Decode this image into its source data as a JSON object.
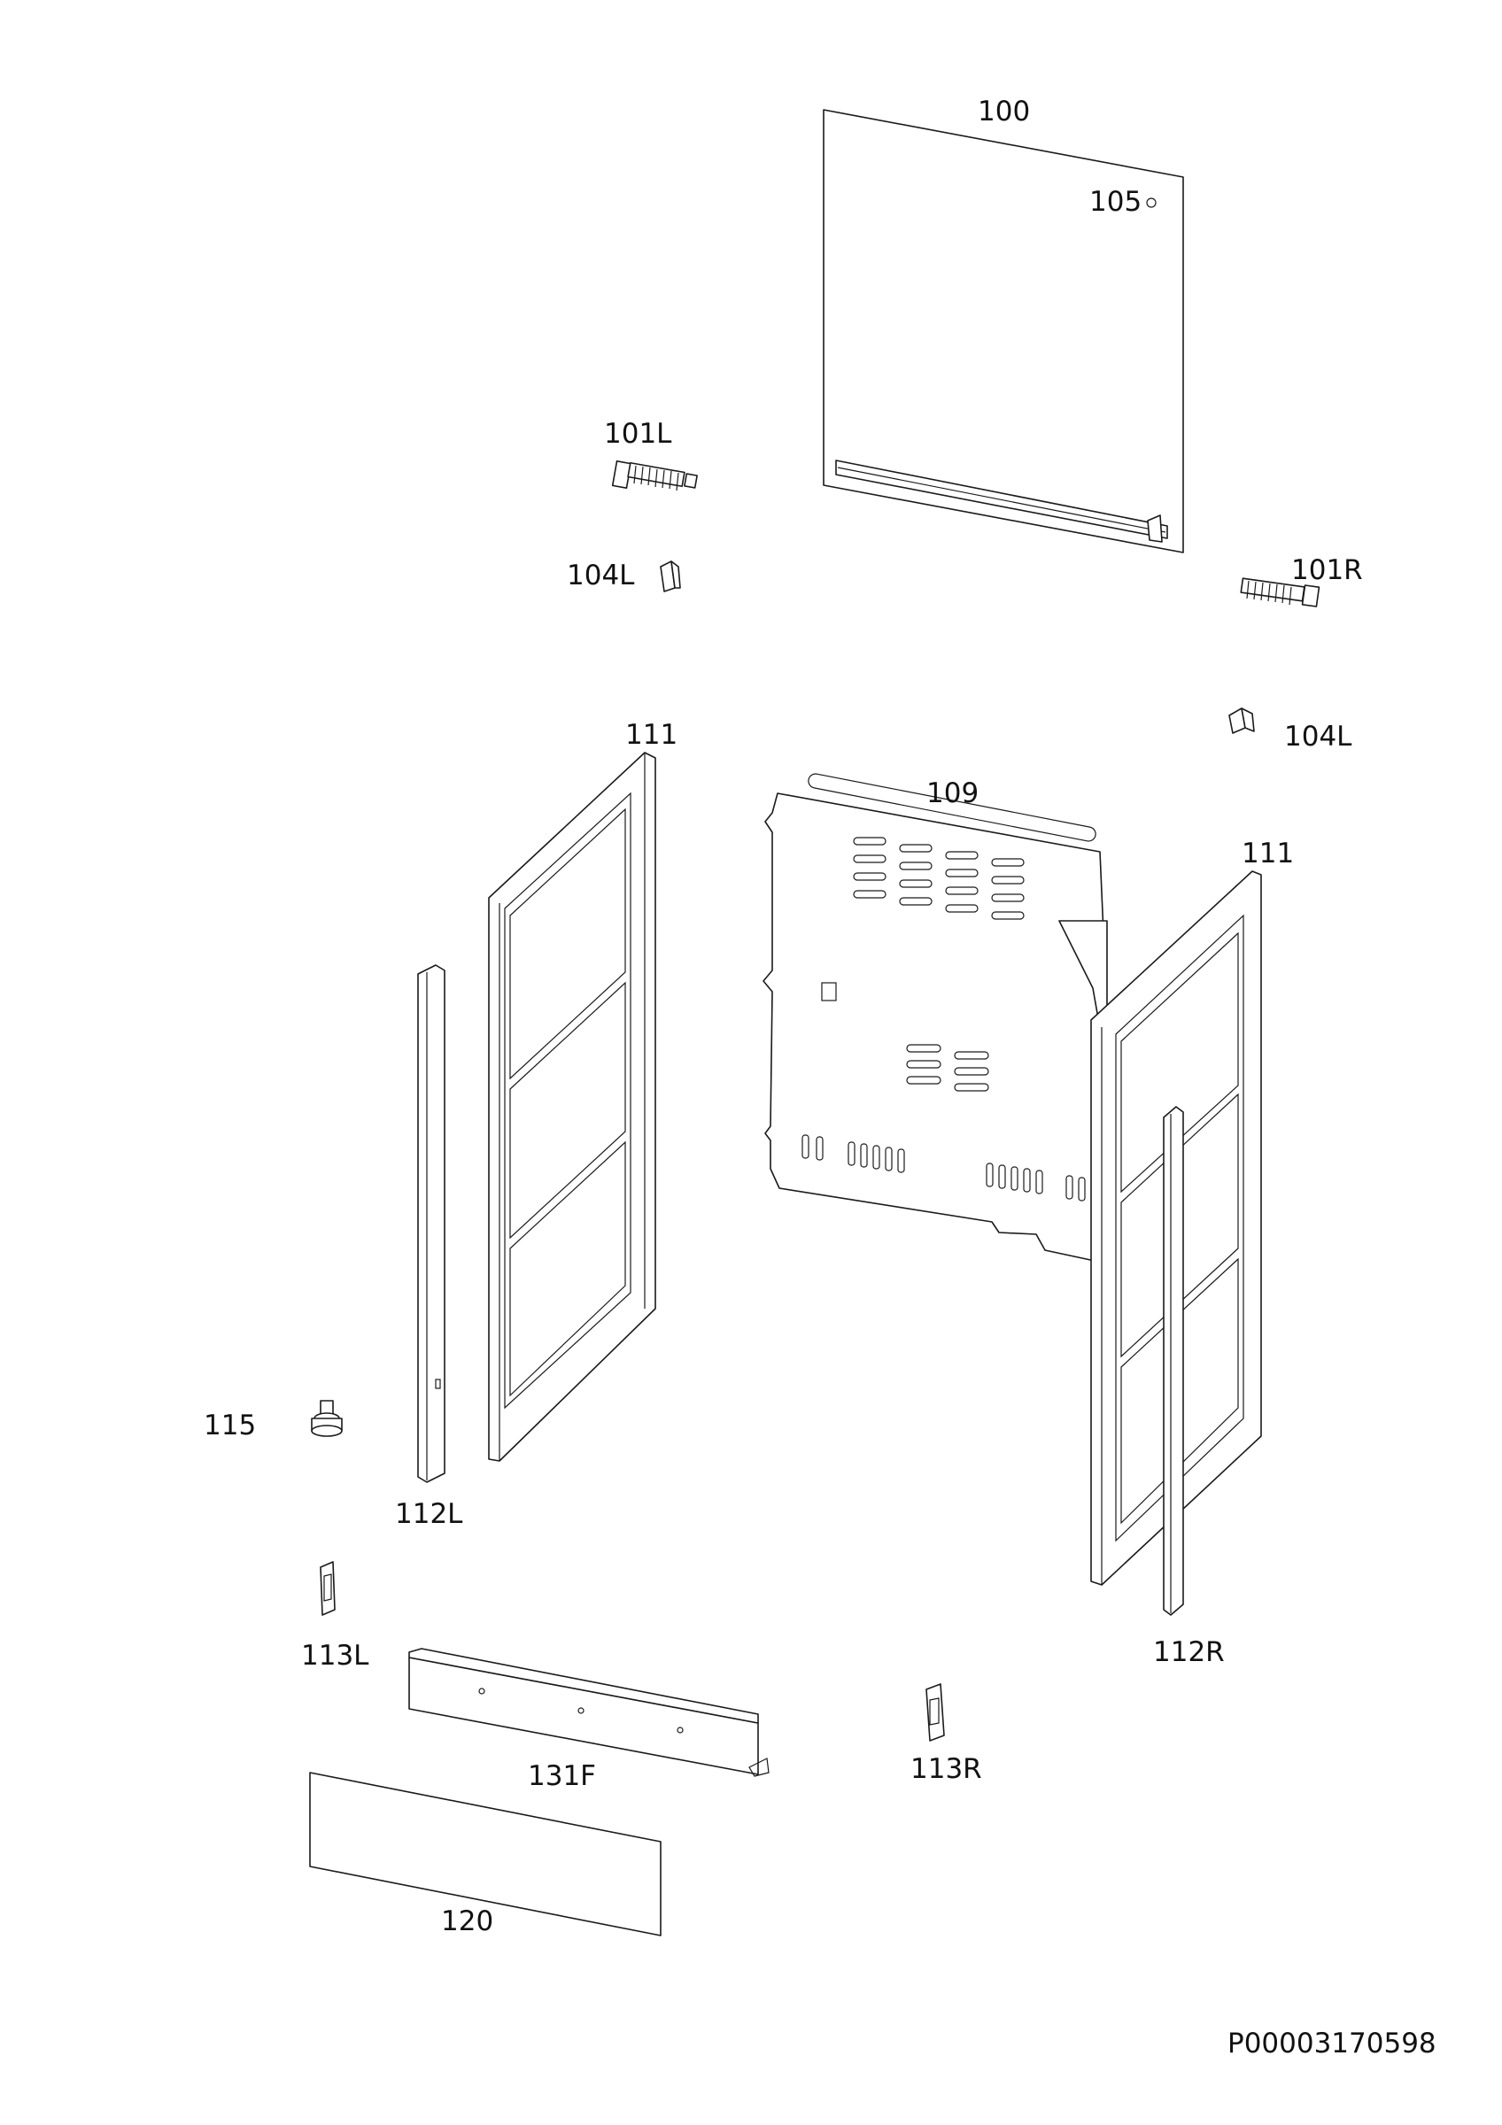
{
  "diagram": {
    "labels": {
      "p100": "100",
      "p105": "105",
      "p101L": "101L",
      "p104L_top": "104L",
      "p101R": "101R",
      "p104L_right": "104L",
      "p111_left": "111",
      "p109": "109",
      "p111_right": "111",
      "p115": "115",
      "p112L": "112L",
      "p113L": "113L",
      "p112R": "112R",
      "p131F": "131F",
      "p113R": "113R",
      "p120": "120"
    },
    "drawing_code": "P00003170598"
  }
}
